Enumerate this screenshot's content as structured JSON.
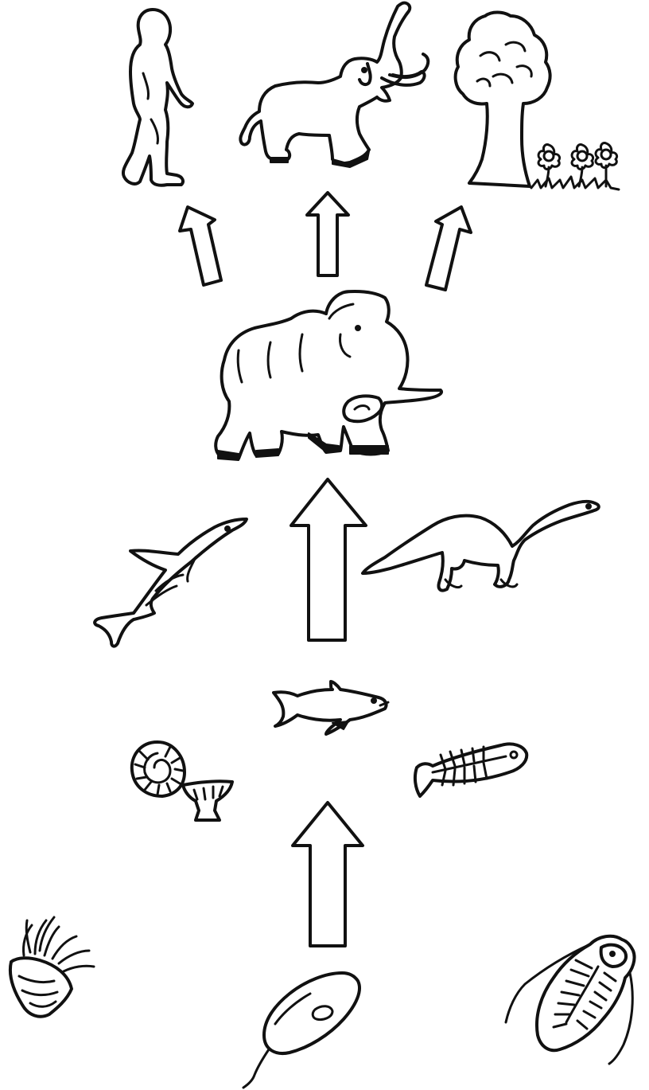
{
  "diagram": {
    "type": "evolution-tree",
    "direction": "bottom-to-top",
    "levels": [
      {
        "level": 1,
        "items": [
          "sea-anemone",
          "single-cell-organism",
          "trilobite"
        ]
      },
      {
        "level": 2,
        "items": [
          "ammonite-and-coral",
          "shark",
          "fish-skeleton"
        ]
      },
      {
        "level": 3,
        "items": [
          "ichthyosaur",
          "sauropod-dinosaur"
        ]
      },
      {
        "level": 4,
        "items": [
          "woolly-mammoth"
        ]
      },
      {
        "level": 5,
        "items": [
          "early-human",
          "elephant",
          "tree-and-flowers"
        ]
      }
    ],
    "ink_color": "#111111",
    "background_color": "#ffffff"
  }
}
